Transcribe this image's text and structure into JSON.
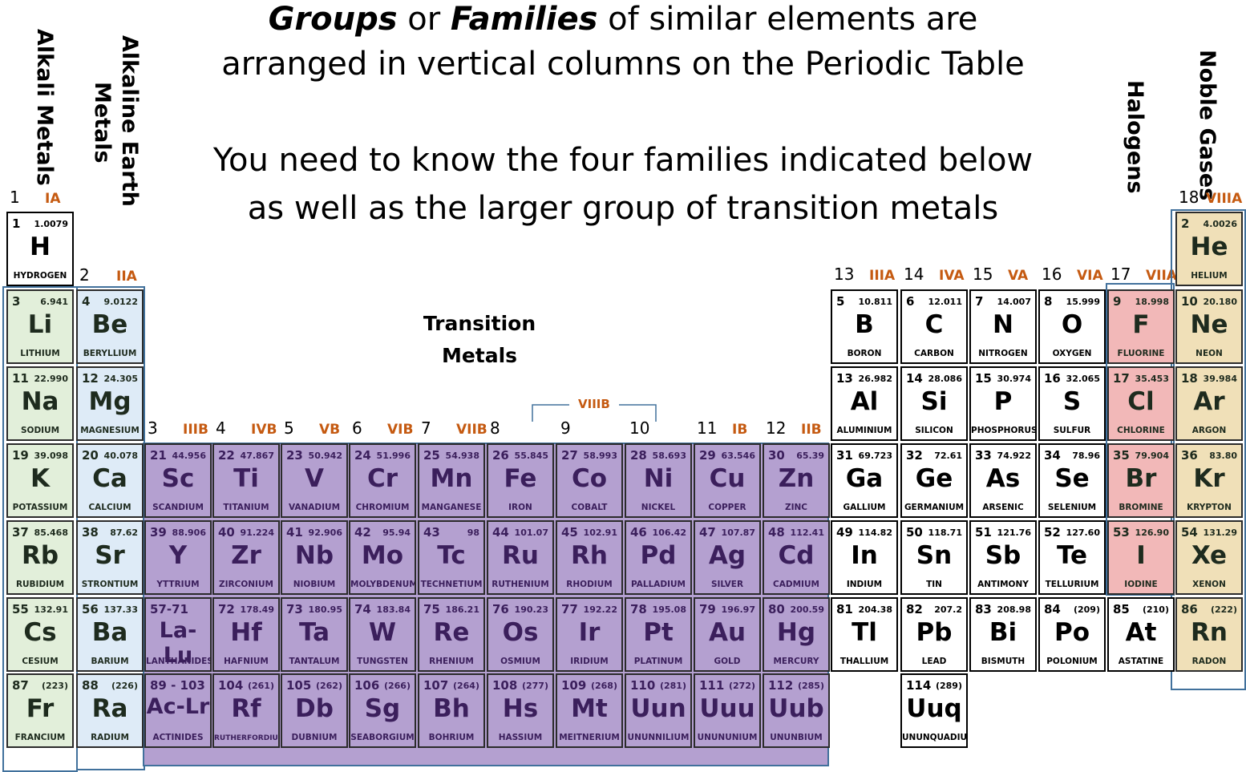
{
  "title": {
    "line1_w1": "Groups",
    "line1_w2": " or ",
    "line1_w3": "Families",
    "line1_w4": " of similar elements are",
    "line2": "arranged in vertical columns on the Periodic Table",
    "line3": "You need to know the four families indicated below",
    "line4": "as well as the larger group of transition metals"
  },
  "family_labels": {
    "alkali": "Alkali Metals",
    "alkaline_earth_1": "Alkaline Earth",
    "alkaline_earth_2": "Metals",
    "halogens": "Halogens",
    "noble": "Noble Gases",
    "transition_1": "Transition",
    "transition_2": "Metals",
    "viiib": "VIIIB"
  },
  "colors": {
    "alkali": "#e2efda",
    "alkaline": "#deebf7",
    "transition": "#b4a0d0",
    "halogen": "#f2b8b8",
    "noble": "#f0e0b8",
    "plain": "#ffffff",
    "family_border": "#41719c",
    "roman": "#c55a11"
  },
  "groups": [
    {
      "col": 1,
      "num": "1",
      "roman": "IA"
    },
    {
      "col": 2,
      "num": "2",
      "roman": "IIA"
    },
    {
      "col": 3,
      "num": "3",
      "roman": "IIIB"
    },
    {
      "col": 4,
      "num": "4",
      "roman": "IVB"
    },
    {
      "col": 5,
      "num": "5",
      "roman": "VB"
    },
    {
      "col": 6,
      "num": "6",
      "roman": "VIB"
    },
    {
      "col": 7,
      "num": "7",
      "roman": "VIIB"
    },
    {
      "col": 8,
      "num": "8",
      "roman": ""
    },
    {
      "col": 9,
      "num": "9",
      "roman": ""
    },
    {
      "col": 10,
      "num": "10",
      "roman": ""
    },
    {
      "col": 11,
      "num": "11",
      "roman": "IB"
    },
    {
      "col": 12,
      "num": "12",
      "roman": "IIB"
    },
    {
      "col": 13,
      "num": "13",
      "roman": "IIIA"
    },
    {
      "col": 14,
      "num": "14",
      "roman": "IVA"
    },
    {
      "col": 15,
      "num": "15",
      "roman": "VA"
    },
    {
      "col": 16,
      "num": "16",
      "roman": "VIA"
    },
    {
      "col": 17,
      "num": "17",
      "roman": "VIIA"
    },
    {
      "col": 18,
      "num": "18",
      "roman": "VIIIA"
    }
  ],
  "elements": [
    {
      "n": "1",
      "m": "1.0079",
      "s": "H",
      "name": "HYDROGEN",
      "col": 1,
      "row": 1,
      "fam": "plain"
    },
    {
      "n": "2",
      "m": "4.0026",
      "s": "He",
      "name": "HELIUM",
      "col": 18,
      "row": 1,
      "fam": "noble"
    },
    {
      "n": "3",
      "m": "6.941",
      "s": "Li",
      "name": "LITHIUM",
      "col": 1,
      "row": 2,
      "fam": "alkali"
    },
    {
      "n": "4",
      "m": "9.0122",
      "s": "Be",
      "name": "BERYLLIUM",
      "col": 2,
      "row": 2,
      "fam": "alkaline"
    },
    {
      "n": "5",
      "m": "10.811",
      "s": "B",
      "name": "BORON",
      "col": 13,
      "row": 2,
      "fam": "plain"
    },
    {
      "n": "6",
      "m": "12.011",
      "s": "C",
      "name": "CARBON",
      "col": 14,
      "row": 2,
      "fam": "plain"
    },
    {
      "n": "7",
      "m": "14.007",
      "s": "N",
      "name": "NITROGEN",
      "col": 15,
      "row": 2,
      "fam": "plain"
    },
    {
      "n": "8",
      "m": "15.999",
      "s": "O",
      "name": "OXYGEN",
      "col": 16,
      "row": 2,
      "fam": "plain"
    },
    {
      "n": "9",
      "m": "18.998",
      "s": "F",
      "name": "FLUORINE",
      "col": 17,
      "row": 2,
      "fam": "halogen"
    },
    {
      "n": "10",
      "m": "20.180",
      "s": "Ne",
      "name": "NEON",
      "col": 18,
      "row": 2,
      "fam": "noble"
    },
    {
      "n": "11",
      "m": "22.990",
      "s": "Na",
      "name": "SODIUM",
      "col": 1,
      "row": 3,
      "fam": "alkali"
    },
    {
      "n": "12",
      "m": "24.305",
      "s": "Mg",
      "name": "MAGNESIUM",
      "col": 2,
      "row": 3,
      "fam": "alkaline"
    },
    {
      "n": "13",
      "m": "26.982",
      "s": "Al",
      "name": "ALUMINIUM",
      "col": 13,
      "row": 3,
      "fam": "plain"
    },
    {
      "n": "14",
      "m": "28.086",
      "s": "Si",
      "name": "SILICON",
      "col": 14,
      "row": 3,
      "fam": "plain"
    },
    {
      "n": "15",
      "m": "30.974",
      "s": "P",
      "name": "PHOSPHORUS",
      "col": 15,
      "row": 3,
      "fam": "plain"
    },
    {
      "n": "16",
      "m": "32.065",
      "s": "S",
      "name": "SULFUR",
      "col": 16,
      "row": 3,
      "fam": "plain"
    },
    {
      "n": "17",
      "m": "35.453",
      "s": "Cl",
      "name": "CHLORINE",
      "col": 17,
      "row": 3,
      "fam": "halogen"
    },
    {
      "n": "18",
      "m": "39.984",
      "s": "Ar",
      "name": "ARGON",
      "col": 18,
      "row": 3,
      "fam": "noble"
    },
    {
      "n": "19",
      "m": "39.098",
      "s": "K",
      "name": "POTASSIUM",
      "col": 1,
      "row": 4,
      "fam": "alkali"
    },
    {
      "n": "20",
      "m": "40.078",
      "s": "Ca",
      "name": "CALCIUM",
      "col": 2,
      "row": 4,
      "fam": "alkaline"
    },
    {
      "n": "21",
      "m": "44.956",
      "s": "Sc",
      "name": "SCANDIUM",
      "col": 3,
      "row": 4,
      "fam": "transition"
    },
    {
      "n": "22",
      "m": "47.867",
      "s": "Ti",
      "name": "TITANIUM",
      "col": 4,
      "row": 4,
      "fam": "transition"
    },
    {
      "n": "23",
      "m": "50.942",
      "s": "V",
      "name": "VANADIUM",
      "col": 5,
      "row": 4,
      "fam": "transition"
    },
    {
      "n": "24",
      "m": "51.996",
      "s": "Cr",
      "name": "CHROMIUM",
      "col": 6,
      "row": 4,
      "fam": "transition"
    },
    {
      "n": "25",
      "m": "54.938",
      "s": "Mn",
      "name": "MANGANESE",
      "col": 7,
      "row": 4,
      "fam": "transition"
    },
    {
      "n": "26",
      "m": "55.845",
      "s": "Fe",
      "name": "IRON",
      "col": 8,
      "row": 4,
      "fam": "transition"
    },
    {
      "n": "27",
      "m": "58.993",
      "s": "Co",
      "name": "COBALT",
      "col": 9,
      "row": 4,
      "fam": "transition"
    },
    {
      "n": "28",
      "m": "58.693",
      "s": "Ni",
      "name": "NICKEL",
      "col": 10,
      "row": 4,
      "fam": "transition"
    },
    {
      "n": "29",
      "m": "63.546",
      "s": "Cu",
      "name": "COPPER",
      "col": 11,
      "row": 4,
      "fam": "transition"
    },
    {
      "n": "30",
      "m": "65.39",
      "s": "Zn",
      "name": "ZINC",
      "col": 12,
      "row": 4,
      "fam": "transition"
    },
    {
      "n": "31",
      "m": "69.723",
      "s": "Ga",
      "name": "GALLIUM",
      "col": 13,
      "row": 4,
      "fam": "plain"
    },
    {
      "n": "32",
      "m": "72.61",
      "s": "Ge",
      "name": "GERMANIUM",
      "col": 14,
      "row": 4,
      "fam": "plain"
    },
    {
      "n": "33",
      "m": "74.922",
      "s": "As",
      "name": "ARSENIC",
      "col": 15,
      "row": 4,
      "fam": "plain"
    },
    {
      "n": "34",
      "m": "78.96",
      "s": "Se",
      "name": "SELENIUM",
      "col": 16,
      "row": 4,
      "fam": "plain"
    },
    {
      "n": "35",
      "m": "79.904",
      "s": "Br",
      "name": "BROMINE",
      "col": 17,
      "row": 4,
      "fam": "halogen"
    },
    {
      "n": "36",
      "m": "83.80",
      "s": "Kr",
      "name": "KRYPTON",
      "col": 18,
      "row": 4,
      "fam": "noble"
    },
    {
      "n": "37",
      "m": "85.468",
      "s": "Rb",
      "name": "RUBIDIUM",
      "col": 1,
      "row": 5,
      "fam": "alkali"
    },
    {
      "n": "38",
      "m": "87.62",
      "s": "Sr",
      "name": "STRONTIUM",
      "col": 2,
      "row": 5,
      "fam": "alkaline"
    },
    {
      "n": "39",
      "m": "88.906",
      "s": "Y",
      "name": "YTTRIUM",
      "col": 3,
      "row": 5,
      "fam": "transition"
    },
    {
      "n": "40",
      "m": "91.224",
      "s": "Zr",
      "name": "ZIRCONIUM",
      "col": 4,
      "row": 5,
      "fam": "transition"
    },
    {
      "n": "41",
      "m": "92.906",
      "s": "Nb",
      "name": "NIOBIUM",
      "col": 5,
      "row": 5,
      "fam": "transition"
    },
    {
      "n": "42",
      "m": "95.94",
      "s": "Mo",
      "name": "MOLYBDENUM",
      "col": 6,
      "row": 5,
      "fam": "transition"
    },
    {
      "n": "43",
      "m": "98",
      "s": "Tc",
      "name": "TECHNETIUM",
      "col": 7,
      "row": 5,
      "fam": "transition"
    },
    {
      "n": "44",
      "m": "101.07",
      "s": "Ru",
      "name": "RUTHENIUM",
      "col": 8,
      "row": 5,
      "fam": "transition"
    },
    {
      "n": "45",
      "m": "102.91",
      "s": "Rh",
      "name": "RHODIUM",
      "col": 9,
      "row": 5,
      "fam": "transition"
    },
    {
      "n": "46",
      "m": "106.42",
      "s": "Pd",
      "name": "PALLADIUM",
      "col": 10,
      "row": 5,
      "fam": "transition"
    },
    {
      "n": "47",
      "m": "107.87",
      "s": "Ag",
      "name": "SILVER",
      "col": 11,
      "row": 5,
      "fam": "transition"
    },
    {
      "n": "48",
      "m": "112.41",
      "s": "Cd",
      "name": "CADMIUM",
      "col": 12,
      "row": 5,
      "fam": "transition"
    },
    {
      "n": "49",
      "m": "114.82",
      "s": "In",
      "name": "INDIUM",
      "col": 13,
      "row": 5,
      "fam": "plain"
    },
    {
      "n": "50",
      "m": "118.71",
      "s": "Sn",
      "name": "TIN",
      "col": 14,
      "row": 5,
      "fam": "plain"
    },
    {
      "n": "51",
      "m": "121.76",
      "s": "Sb",
      "name": "ANTIMONY",
      "col": 15,
      "row": 5,
      "fam": "plain"
    },
    {
      "n": "52",
      "m": "127.60",
      "s": "Te",
      "name": "TELLURIUM",
      "col": 16,
      "row": 5,
      "fam": "plain"
    },
    {
      "n": "53",
      "m": "126.90",
      "s": "I",
      "name": "IODINE",
      "col": 17,
      "row": 5,
      "fam": "halogen"
    },
    {
      "n": "54",
      "m": "131.29",
      "s": "Xe",
      "name": "XENON",
      "col": 18,
      "row": 5,
      "fam": "noble"
    },
    {
      "n": "55",
      "m": "132.91",
      "s": "Cs",
      "name": "CESIUM",
      "col": 1,
      "row": 6,
      "fam": "alkali"
    },
    {
      "n": "56",
      "m": "137.33",
      "s": "Ba",
      "name": "BARIUM",
      "col": 2,
      "row": 6,
      "fam": "alkaline"
    },
    {
      "n": "57-71",
      "m": "",
      "s": "La-Lu",
      "name": "LANTHANIDES",
      "col": 3,
      "row": 6,
      "fam": "transition"
    },
    {
      "n": "72",
      "m": "178.49",
      "s": "Hf",
      "name": "HAFNIUM",
      "col": 4,
      "row": 6,
      "fam": "transition"
    },
    {
      "n": "73",
      "m": "180.95",
      "s": "Ta",
      "name": "TANTALUM",
      "col": 5,
      "row": 6,
      "fam": "transition"
    },
    {
      "n": "74",
      "m": "183.84",
      "s": "W",
      "name": "TUNGSTEN",
      "col": 6,
      "row": 6,
      "fam": "transition"
    },
    {
      "n": "75",
      "m": "186.21",
      "s": "Re",
      "name": "RHENIUM",
      "col": 7,
      "row": 6,
      "fam": "transition"
    },
    {
      "n": "76",
      "m": "190.23",
      "s": "Os",
      "name": "OSMIUM",
      "col": 8,
      "row": 6,
      "fam": "transition"
    },
    {
      "n": "77",
      "m": "192.22",
      "s": "Ir",
      "name": "IRIDIUM",
      "col": 9,
      "row": 6,
      "fam": "transition"
    },
    {
      "n": "78",
      "m": "195.08",
      "s": "Pt",
      "name": "PLATINUM",
      "col": 10,
      "row": 6,
      "fam": "transition"
    },
    {
      "n": "79",
      "m": "196.97",
      "s": "Au",
      "name": "GOLD",
      "col": 11,
      "row": 6,
      "fam": "transition"
    },
    {
      "n": "80",
      "m": "200.59",
      "s": "Hg",
      "name": "MERCURY",
      "col": 12,
      "row": 6,
      "fam": "transition"
    },
    {
      "n": "81",
      "m": "204.38",
      "s": "Tl",
      "name": "THALLIUM",
      "col": 13,
      "row": 6,
      "fam": "plain"
    },
    {
      "n": "82",
      "m": "207.2",
      "s": "Pb",
      "name": "LEAD",
      "col": 14,
      "row": 6,
      "fam": "plain"
    },
    {
      "n": "83",
      "m": "208.98",
      "s": "Bi",
      "name": "BISMUTH",
      "col": 15,
      "row": 6,
      "fam": "plain"
    },
    {
      "n": "84",
      "m": "(209)",
      "s": "Po",
      "name": "POLONIUM",
      "col": 16,
      "row": 6,
      "fam": "plain"
    },
    {
      "n": "85",
      "m": "(210)",
      "s": "At",
      "name": "ASTATINE",
      "col": 17,
      "row": 6,
      "fam": "plain"
    },
    {
      "n": "86",
      "m": "(222)",
      "s": "Rn",
      "name": "RADON",
      "col": 18,
      "row": 6,
      "fam": "noble"
    },
    {
      "n": "87",
      "m": "(223)",
      "s": "Fr",
      "name": "FRANCIUM",
      "col": 1,
      "row": 7,
      "fam": "alkali"
    },
    {
      "n": "88",
      "m": "(226)",
      "s": "Ra",
      "name": "RADIUM",
      "col": 2,
      "row": 7,
      "fam": "alkaline"
    },
    {
      "n": "89 - 103",
      "m": "",
      "s": "Ac-Lr",
      "name": "ACTINIDES",
      "col": 3,
      "row": 7,
      "fam": "transition"
    },
    {
      "n": "104",
      "m": "(261)",
      "s": "Rf",
      "name": "RUTHERFORDIUM",
      "col": 4,
      "row": 7,
      "fam": "transition"
    },
    {
      "n": "105",
      "m": "(262)",
      "s": "Db",
      "name": "DUBNIUM",
      "col": 5,
      "row": 7,
      "fam": "transition"
    },
    {
      "n": "106",
      "m": "(266)",
      "s": "Sg",
      "name": "SEABORGIUM",
      "col": 6,
      "row": 7,
      "fam": "transition"
    },
    {
      "n": "107",
      "m": "(264)",
      "s": "Bh",
      "name": "BOHRIUM",
      "col": 7,
      "row": 7,
      "fam": "transition"
    },
    {
      "n": "108",
      "m": "(277)",
      "s": "Hs",
      "name": "HASSIUM",
      "col": 8,
      "row": 7,
      "fam": "transition"
    },
    {
      "n": "109",
      "m": "(268)",
      "s": "Mt",
      "name": "MEITNERIUM",
      "col": 9,
      "row": 7,
      "fam": "transition"
    },
    {
      "n": "110",
      "m": "(281)",
      "s": "Uun",
      "name": "UNUNNILIUM",
      "col": 10,
      "row": 7,
      "fam": "transition"
    },
    {
      "n": "111",
      "m": "(272)",
      "s": "Uuu",
      "name": "UNUNUNIUM",
      "col": 11,
      "row": 7,
      "fam": "transition"
    },
    {
      "n": "112",
      "m": "(285)",
      "s": "Uub",
      "name": "UNUNBIUM",
      "col": 12,
      "row": 7,
      "fam": "transition"
    },
    {
      "n": "114",
      "m": "(289)",
      "s": "Uuq",
      "name": "UNUNQUADIUM",
      "col": 14,
      "row": 7,
      "fam": "plain"
    }
  ]
}
